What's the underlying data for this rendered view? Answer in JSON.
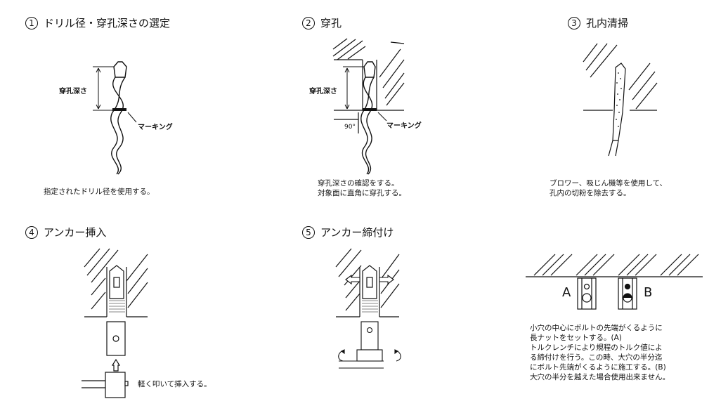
{
  "steps": [
    {
      "num": "1",
      "title": "ドリル径・穿孔深さの選定",
      "depth_label": "穿孔深さ",
      "marking_label": "マーキング",
      "caption": "指定されたドリル径を使用する。"
    },
    {
      "num": "2",
      "title": "穿孔",
      "depth_label": "穿孔深さ",
      "marking_label": "マーキング",
      "angle_label": "90°",
      "caption_lines": [
        "穿孔深さの確認をする。",
        "対象面に直角に穿孔する。"
      ]
    },
    {
      "num": "3",
      "title": "孔内清掃",
      "caption_lines": [
        "ブロワー、吸じん機等を使用して、",
        "孔内の切粉を除去する。"
      ]
    },
    {
      "num": "4",
      "title": "アンカー挿入",
      "caption": "軽く叩いて挿入する。"
    },
    {
      "num": "5",
      "title": "アンカー締付け"
    },
    {
      "label_a": "A",
      "label_b": "B",
      "caption_lines": [
        "小穴の中心にボルトの先端がくるように",
        "長ナットをセットする。(A)",
        "トルクレンチにより規程のトルク値によ",
        "る締付けを行う。この時、大穴の半分迄",
        "にボルト先端がくるように施工する。(B)",
        "大穴の半分を越えた場合使用出来ません。"
      ]
    }
  ]
}
